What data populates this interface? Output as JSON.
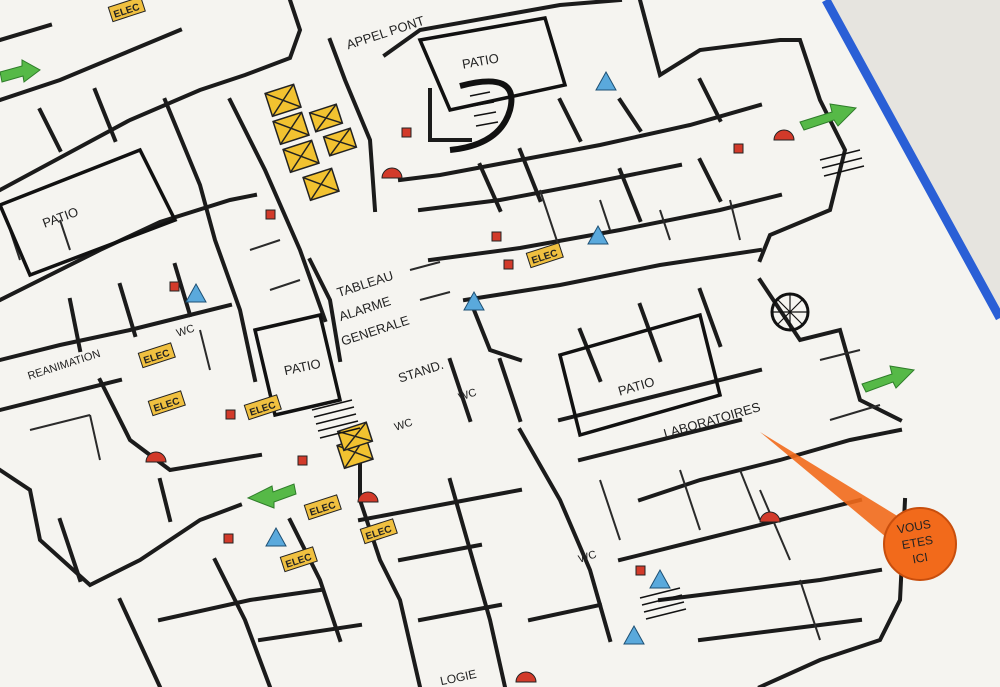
{
  "map": {
    "labels": {
      "appel": "APPEL PONT",
      "patio_top": "PATIO",
      "patio_left": "PATIO",
      "patio_mid": "PATIO",
      "patio_right": "PATIO",
      "tableau": "TABLEAU",
      "alarme": "ALARME",
      "generale": "GENERALE",
      "stand": "STAND.",
      "reanimation": "REANIMATION",
      "laboratoires": "LABORATOIRES",
      "wc": "WC",
      "elec": "ELEC",
      "logie": "LOGIE"
    },
    "you_are_here": [
      "VOUS",
      "ETES",
      "ICI"
    ]
  },
  "colors": {
    "sheet": "#f4f3ef",
    "wall": "#1b1b1b",
    "elevator": "#f2c230",
    "elec_box": "#f0c040",
    "extinguisher": "#d23a2a",
    "alarm_blue": "#5aa9dc",
    "exit_arrow": "#56b947",
    "you_are_here": "#f26a1b",
    "edge_blue": "#2a5fd6"
  },
  "icons": [
    "exit-arrow-icon",
    "fire-extinguisher-icon",
    "alarm-triangle-icon",
    "elevator-icon",
    "spiral-stair-icon",
    "staircase-icon"
  ]
}
